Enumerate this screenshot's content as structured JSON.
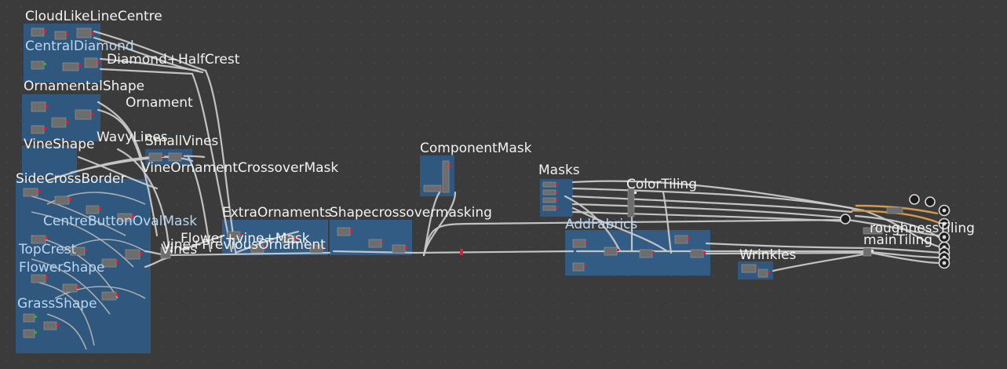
{
  "graph": {
    "frames": [
      {
        "id": "cloud",
        "label": "CloudLikeLineCentre",
        "tone": "white"
      },
      {
        "id": "central",
        "label": "CentralDiamond",
        "tone": "blue"
      },
      {
        "id": "diamond",
        "label": "Diamond+HalfCrest",
        "tone": "white"
      },
      {
        "id": "ornshape",
        "label": "OrnamentalShape",
        "tone": "white"
      },
      {
        "id": "ornament",
        "label": "Ornament",
        "tone": "white"
      },
      {
        "id": "vine",
        "label": "VineShape",
        "tone": "white"
      },
      {
        "id": "wavy",
        "label": "WavyLines",
        "tone": "white"
      },
      {
        "id": "smallvines",
        "label": "SmallVines",
        "tone": "white"
      },
      {
        "id": "vinecross",
        "label": "VineOrnamentCrossoverMask",
        "tone": "white"
      },
      {
        "id": "side",
        "label": "SideCrossBorder",
        "tone": "white"
      },
      {
        "id": "centrebutton",
        "label": "CentreButtonOvalMask",
        "tone": "blue"
      },
      {
        "id": "topcrest",
        "label": "TopCrest",
        "tone": "blue"
      },
      {
        "id": "flower",
        "label": "FlowerShape",
        "tone": "blue"
      },
      {
        "id": "grass",
        "label": "GrassShape",
        "tone": "blue"
      },
      {
        "id": "vines2",
        "label": "Vines",
        "tone": "white"
      },
      {
        "id": "flowervine",
        "label": "Flower+vine+Mask",
        "tone": "white"
      },
      {
        "id": "vineprev",
        "label": "vine+PreviousOrnament",
        "tone": "white"
      },
      {
        "id": "extra",
        "label": "ExtraOrnaments",
        "tone": "white"
      },
      {
        "id": "shapecross",
        "label": "Shapecrossovermasking",
        "tone": "white"
      },
      {
        "id": "component",
        "label": "ComponentMask",
        "tone": "white"
      },
      {
        "id": "masks",
        "label": "Masks",
        "tone": "white"
      },
      {
        "id": "colortiling",
        "label": "ColorTiling",
        "tone": "white"
      },
      {
        "id": "addfabrics",
        "label": "AddFabrics",
        "tone": "blue"
      },
      {
        "id": "wrinkles",
        "label": "Wrinkles",
        "tone": "white"
      },
      {
        "id": "roughness",
        "label": "roughnessTiling",
        "tone": "white"
      },
      {
        "id": "maintiling",
        "label": "mainTiling",
        "tone": "white"
      }
    ],
    "outputs": [
      "output-1",
      "output-2",
      "output-3",
      "output-4",
      "output-5",
      "output-6",
      "output-7"
    ]
  }
}
